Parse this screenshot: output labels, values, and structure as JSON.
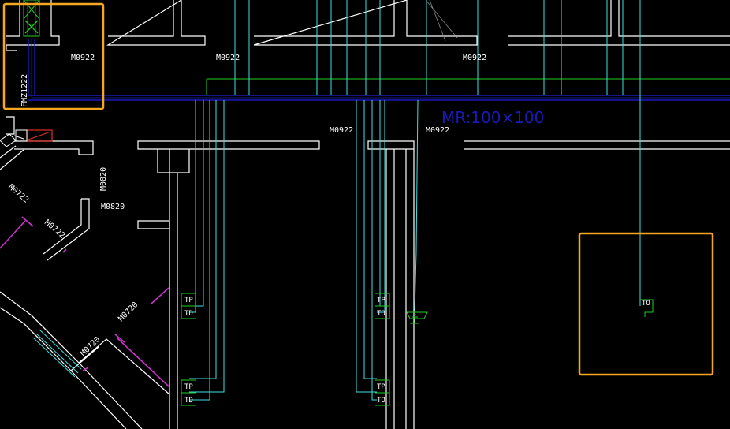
{
  "colors": {
    "background": "#000000",
    "wall": "#ffffff",
    "cable": "#40e0e0",
    "tray": "#1a1ab8",
    "green": "#22cc22",
    "magenta": "#cc33cc",
    "highlight": "#f5a623",
    "red": "#e03020"
  },
  "labels": {
    "door_m0922_a": "M0922",
    "door_m0922_b": "M0922",
    "door_m0922_c": "M0922",
    "door_m0922_d": "M0922",
    "door_m0922_e": "M0922",
    "door_m0820_a": "M0820",
    "door_m0820_b": "M0820",
    "door_m0722_a": "M0722",
    "door_m0722_b": "M0722",
    "door_m0720_a": "M0720",
    "door_m0720_b": "M0720",
    "fmz": "FMZ1222",
    "tray": "MR:100×100"
  },
  "outlets": {
    "tp": "TP",
    "td": "TD",
    "to": "TO"
  }
}
